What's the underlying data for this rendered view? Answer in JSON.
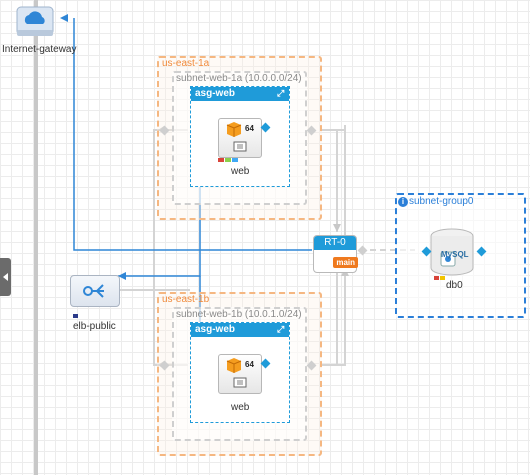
{
  "gateway": {
    "label": "Internet-gateway",
    "icon": "cloud-gateway-icon"
  },
  "zones": [
    {
      "label": "us-east-1a",
      "subnet": "subnet-web-1a (10.0.0.0/24)",
      "asg": "asg-web",
      "instance": {
        "label": "web",
        "count": "64"
      }
    },
    {
      "label": "us-east-1b",
      "subnet": "subnet-web-1b (10.0.1.0/24)",
      "asg": "asg-web",
      "instance": {
        "label": "web",
        "count": "64"
      }
    }
  ],
  "route_table": {
    "label": "RT-0",
    "badge": "main"
  },
  "subnet_group": {
    "label": "subnet-group0",
    "db": {
      "label": "db0",
      "engine": "MySQL"
    }
  },
  "elb": {
    "label": "elb-public"
  },
  "colors": {
    "accent": "#1f9bd9",
    "az_border": "#f5b781",
    "az_text": "#f08a3b",
    "subnet_border": "#cfcfcf",
    "subnet_group": "#2b7fd8",
    "badge": "#ef7a1f"
  }
}
